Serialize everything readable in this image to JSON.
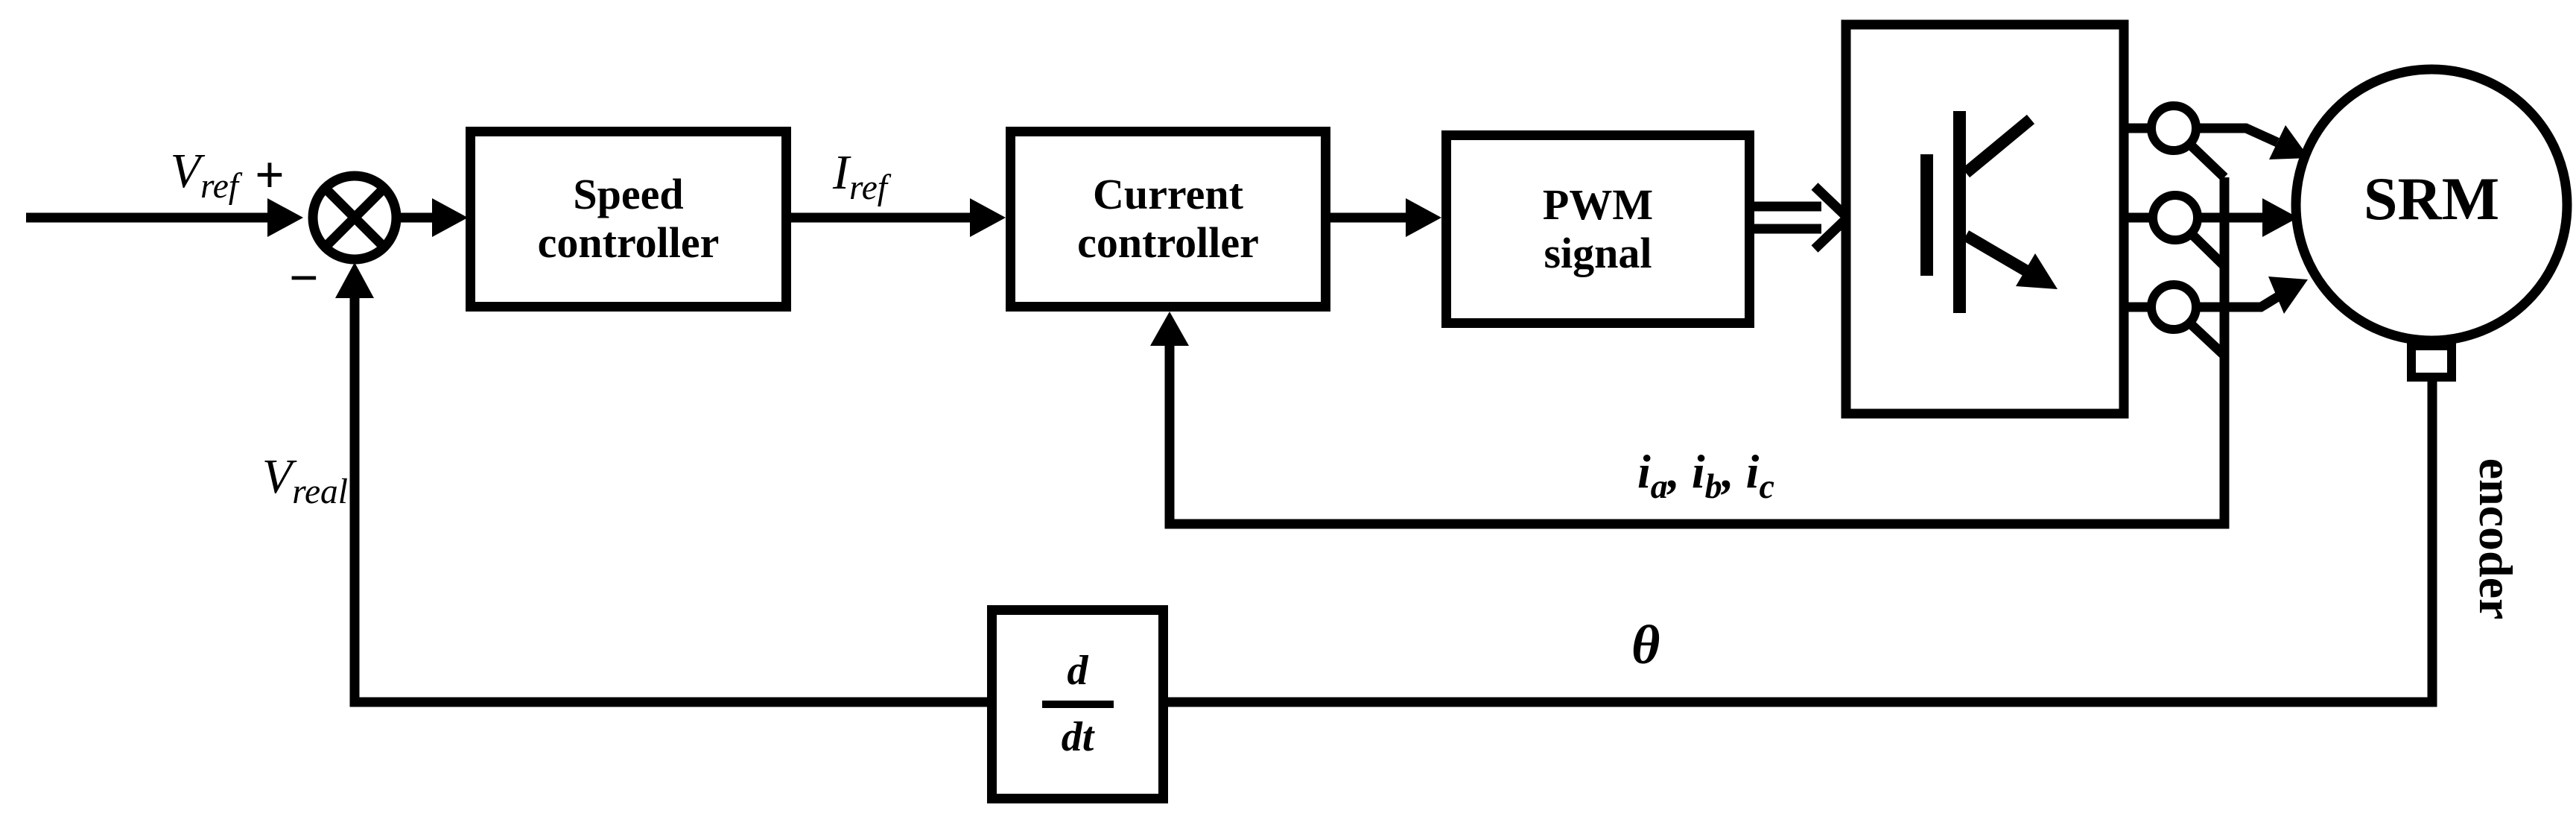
{
  "figure": {
    "blocks": {
      "speed_controller": {
        "line1": "Speed",
        "line2": "controller"
      },
      "current_controller": {
        "line1": "Current",
        "line2": "controller"
      },
      "pwm_signal": {
        "line1": "PWM",
        "line2": "signal"
      },
      "derivative_block": {
        "numerator": "d",
        "denominator": "dt"
      }
    },
    "motor": {
      "label": "SRM"
    },
    "sensor": {
      "label": "encoder"
    },
    "signals": {
      "v_ref": {
        "base": "V",
        "sub": "ref"
      },
      "i_ref": {
        "base": "I",
        "sub": "ref"
      },
      "v_real": {
        "base": "V",
        "sub": "real"
      },
      "plus": "+",
      "minus": "−",
      "theta": "θ",
      "phase_currents": {
        "i_a": {
          "base": "i",
          "sub": "a"
        },
        "i_b": {
          "base": "i",
          "sub": "b"
        },
        "i_c": {
          "base": "i",
          "sub": "c"
        },
        "sep_1": ", ",
        "sep_2": ", "
      }
    },
    "colors": {
      "ink": "#000000",
      "background": "#ffffff"
    }
  }
}
